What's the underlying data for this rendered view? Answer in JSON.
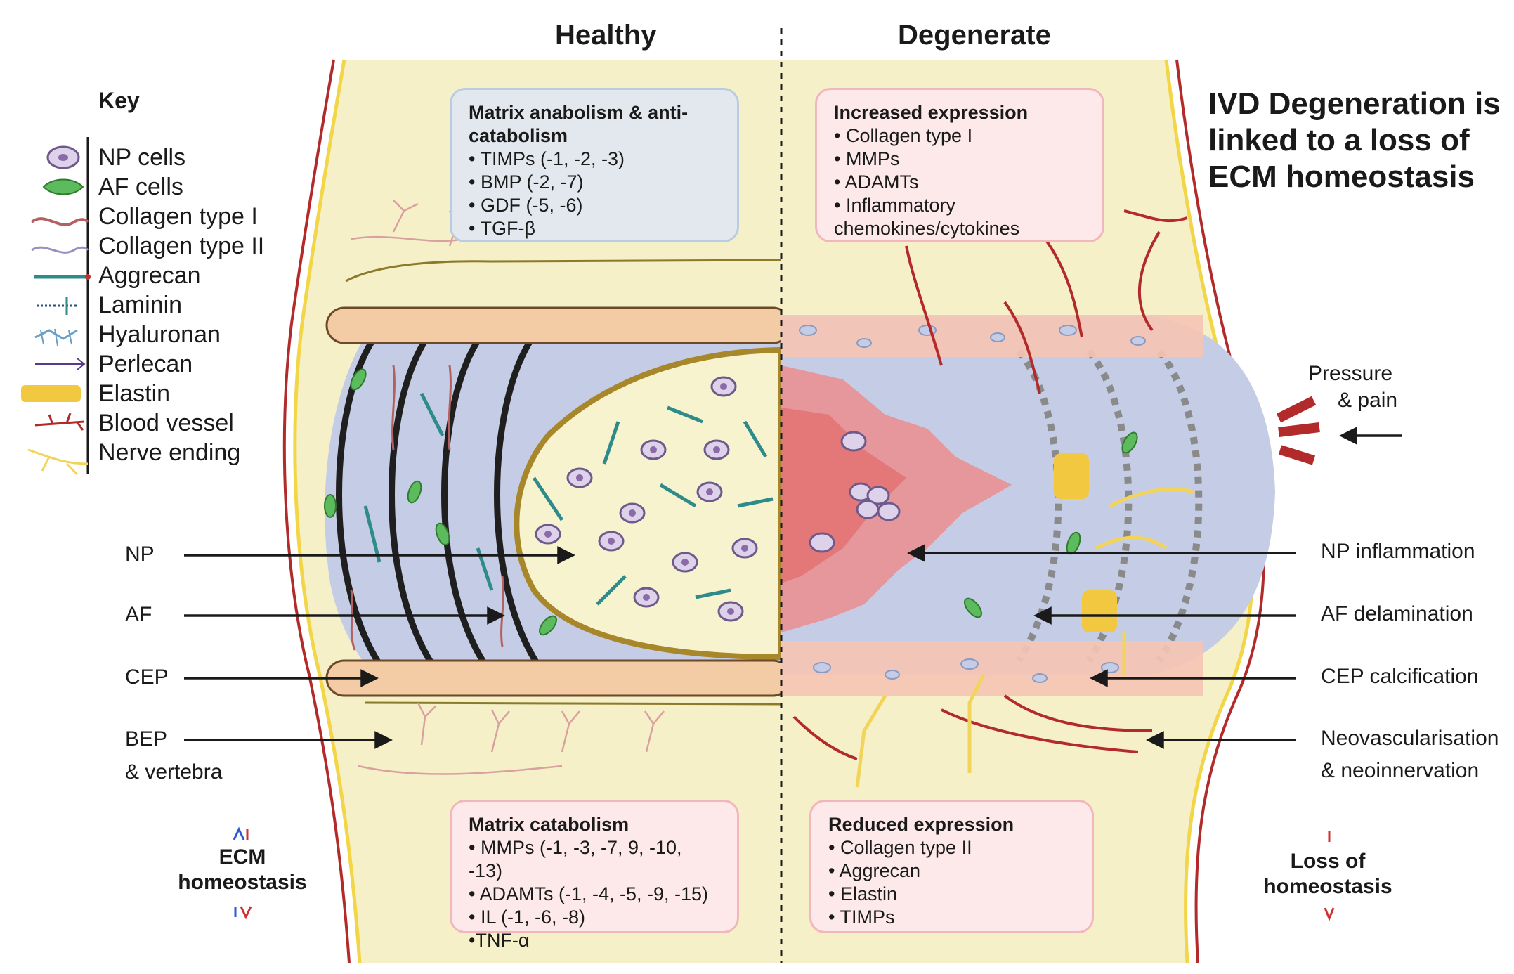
{
  "headings": {
    "healthy": "Healthy",
    "degenerate": "Degenerate"
  },
  "key": {
    "title": "Key",
    "items": [
      {
        "label": "NP cells",
        "icon": "np-cell-icon"
      },
      {
        "label": "AF cells",
        "icon": "af-cell-icon"
      },
      {
        "label": "Collagen type I",
        "icon": "collagen-type-1-icon"
      },
      {
        "label": "Collagen type II",
        "icon": "collagen-type-2-icon"
      },
      {
        "label": "Aggrecan",
        "icon": "aggrecan-icon"
      },
      {
        "label": "Laminin",
        "icon": "laminin-icon"
      },
      {
        "label": "Hyaluronan",
        "icon": "hyaluronan-icon"
      },
      {
        "label": "Perlecan",
        "icon": "perlecan-icon"
      },
      {
        "label": "Elastin",
        "icon": "elastin-icon"
      },
      {
        "label": "Blood vessel",
        "icon": "blood-vessel-icon"
      },
      {
        "label": "Nerve ending",
        "icon": "nerve-ending-icon"
      }
    ]
  },
  "boxes": {
    "anabolism": {
      "title": "Matrix anabolism & anti-catabolism",
      "items": [
        "• TIMPs (-1, -2, -3)",
        "• BMP (-2, -7)",
        "• GDF (-5, -6)",
        "• TGF-β"
      ]
    },
    "increased": {
      "title": "Increased expression",
      "items": [
        "• Collagen type I",
        "• MMPs",
        "• ADAMTs",
        "• Inflammatory chemokines/cytokines"
      ]
    },
    "catabolism": {
      "title": "Matrix catabolism",
      "items": [
        "• MMPs (-1, -3, -7, 9, -10, -13)",
        "• ADAMTs (-1, -4, -5, -9, -15)",
        "• IL (-1, -6, -8)",
        "•TNF-α"
      ]
    },
    "reduced": {
      "title": "Reduced expression",
      "items": [
        "• Collagen type II",
        "• Aggrecan",
        "• Elastin",
        "• TIMPs"
      ]
    }
  },
  "left_labels": {
    "np": "NP",
    "af": "AF",
    "cep": "CEP",
    "bep": "BEP",
    "bep2": "& vertebra"
  },
  "right_labels": {
    "np": "NP inflammation",
    "af": "AF delamination",
    "cep": "CEP calcification",
    "neo": "Neovascularisation",
    "neo2": "& neoinnervation",
    "pressure": "Pressure",
    "pressure2": "& pain"
  },
  "title": {
    "line1": "IVD Degeneration is",
    "line2": "linked to a loss of",
    "line3": "ECM homeostasis"
  },
  "ecm": {
    "line1": "ECM",
    "line2": "homeostasis"
  },
  "loss": {
    "line1": "Loss of",
    "line2": "homeostasis"
  },
  "colors": {
    "bone": "#f5f0c8",
    "af": "#c5cde6",
    "np": "#f7f3cf",
    "cep": "#f3cba4",
    "vessel": "#b22a2a",
    "nerve": "#f3d45a",
    "inflamed": "#ee8a8a",
    "np_cell": "#ddd2ea"
  }
}
